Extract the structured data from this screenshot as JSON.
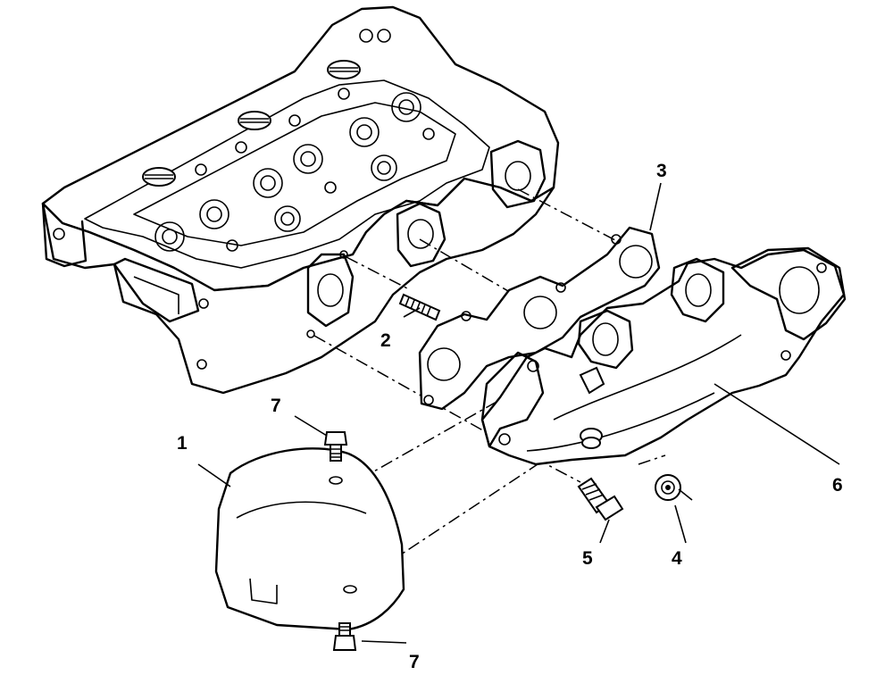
{
  "diagram": {
    "callouts": [
      {
        "id": "1",
        "text": "1"
      },
      {
        "id": "2",
        "text": "2"
      },
      {
        "id": "3",
        "text": "3"
      },
      {
        "id": "4",
        "text": "4"
      },
      {
        "id": "5",
        "text": "5"
      },
      {
        "id": "6",
        "text": "6"
      },
      {
        "id": "7a",
        "text": "7"
      },
      {
        "id": "7b",
        "text": "7"
      }
    ],
    "components": [
      {
        "ref": "1",
        "icon": "heat-shield-icon"
      },
      {
        "ref": "2",
        "icon": "stud-icon"
      },
      {
        "ref": "3",
        "icon": "gasket-icon"
      },
      {
        "ref": "4",
        "icon": "flange-nut-icon"
      },
      {
        "ref": "5",
        "icon": "flange-bolt-icon"
      },
      {
        "ref": "6",
        "icon": "exhaust-manifold-icon"
      },
      {
        "ref": "7",
        "icon": "shield-bolt-icon"
      },
      {
        "ref": "-",
        "icon": "cylinder-head-icon"
      }
    ]
  }
}
